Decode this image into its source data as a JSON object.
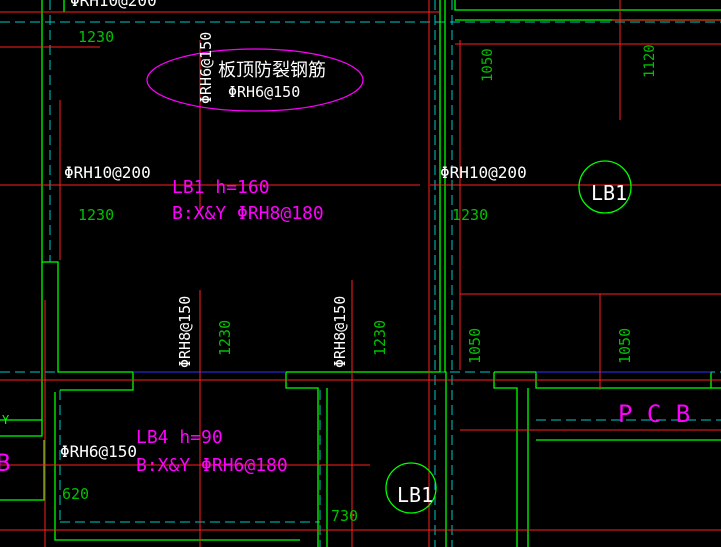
{
  "colors": {
    "background": "#000000",
    "rebar": "#ff2020",
    "wall": "#00ff00",
    "dashed": "#00c8c8",
    "slab": "#ff00ff",
    "text_white": "#ffffff",
    "text_green": "#00c000",
    "beam": "#0000ff"
  },
  "labels": {
    "top_partial": "ΦRH10@200",
    "dim_1230_top": "1230",
    "dim_1050_top": "1050",
    "dim_1120_top": "1120",
    "anticrack_title": "板顶防裂钢筋",
    "anticrack_spec_vertical": "ΦRH6@150",
    "anticrack_spec": "ΦRH6@150",
    "rebar_left": "ΦRH10@200",
    "rebar_right": "ΦRH10@200",
    "dim_1230_left": "1230",
    "dim_1230_mid": "1230",
    "lb1_name": "LB1 h=160",
    "lb1_reinf": "B:X&Y ΦRH8@180",
    "lb1_tag_right": "LB1",
    "rebar_v1": "ΦRH8@150",
    "rebar_v2": "ΦRH8@150",
    "dim_1230_v1": "1230",
    "dim_1230_v2": "1230",
    "dim_1050_v1": "1050",
    "dim_1050_v2": "1050",
    "pcb": "P C B",
    "lb4_name": "LB4 h=90",
    "lb4_reinf": "B:X&Y ΦRH6@180",
    "rebar_lb4": "ΦRH6@150",
    "dim_620": "620",
    "dim_730": "730",
    "lb1_tag_bottom": "LB1",
    "edge_b": "B",
    "edge_y": "Y"
  }
}
